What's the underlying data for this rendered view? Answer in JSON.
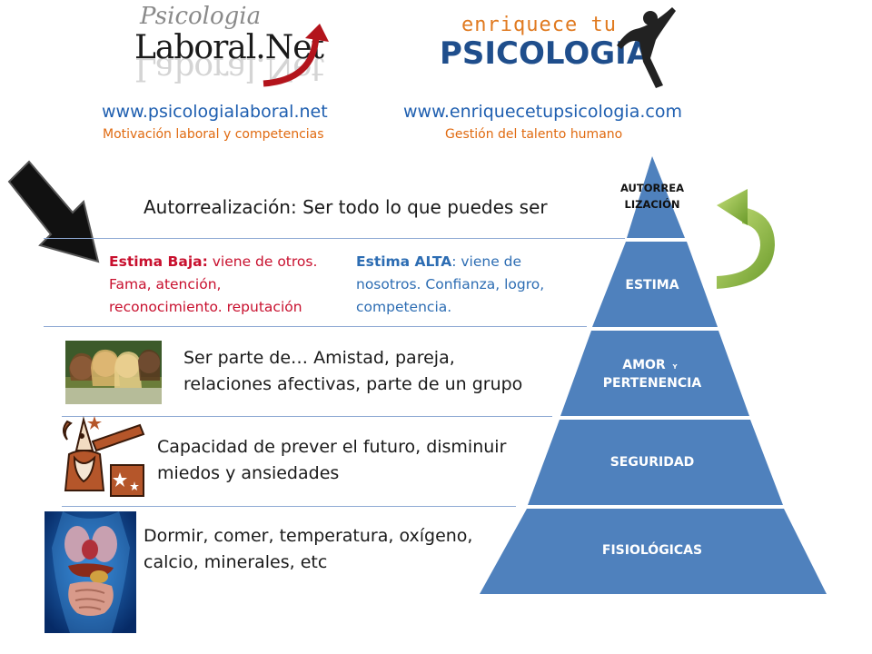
{
  "header": {
    "logo1": {
      "script": "Psicologia",
      "name": "Laboral.Net"
    },
    "logo2": {
      "top": "enriquece tu",
      "bottom": "PSICOLOGIA"
    },
    "url1": "www.psicologialaboral.net",
    "tag1": "Motivación laboral y competencias",
    "url2": "www.enriquecetupsicologia.com",
    "tag2": "Gestión del talento humano"
  },
  "levels": {
    "self": {
      "text": "Autorrealización: Ser todo lo que puedes ser"
    },
    "esteem": {
      "low_label": "Estima Baja:",
      "low_text": " viene de otros. Fama, atención, reconocimiento. reputación",
      "high_label": "Estima ALTA",
      "high_text": ": viene de nosotros. Confianza, logro, competencia."
    },
    "belonging": {
      "text": "Ser parte de… Amistad, pareja, relaciones afectivas, parte de un grupo"
    },
    "safety": {
      "text": "Capacidad de prever el futuro, disminuir miedos y ansiedades"
    },
    "physiological": {
      "text": "Dormir, comer, temperatura, oxígeno, calcio, minerales, etc"
    }
  },
  "pyramid": {
    "tier1_l1": "AUTORREA",
    "tier1_l2": "LIZACIÓN",
    "tier2": "ESTIMA",
    "tier3_a": "AMOR",
    "tier3_y": "Y",
    "tier3_b": "PERTENENCIA",
    "tier4": "SEGURIDAD",
    "tier5": "FISIOLÓGICAS"
  },
  "colors": {
    "pyramid": "#4f81bd",
    "arrow": "#8cbc3a",
    "line": "#8faad4"
  },
  "icons": [
    "black-arrow-icon",
    "green-curved-arrow-icon",
    "friends-photo",
    "astronomer-illustration",
    "anatomy-illustration"
  ]
}
